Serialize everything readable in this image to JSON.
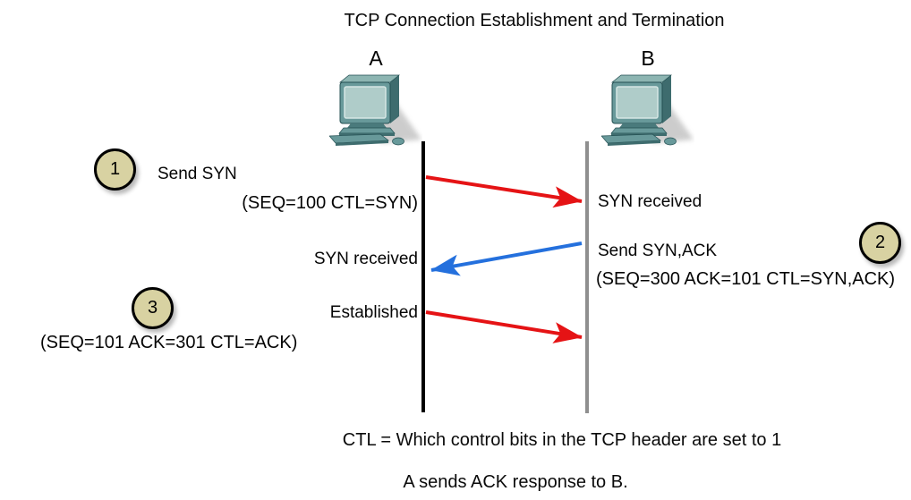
{
  "title": "TCP Connection Establishment and Termination",
  "hosts": {
    "a": "A",
    "b": "B"
  },
  "left": {
    "step1_number": "1",
    "send_syn": "Send SYN",
    "syn_params": "(SEQ=100 CTL=SYN)",
    "syn_received": "SYN received",
    "established": "Established",
    "step3_number": "3",
    "ack_params": "(SEQ=101 ACK=301 CTL=ACK)"
  },
  "right": {
    "syn_received": "SYN received",
    "send_syn_ack": "Send SYN,ACK",
    "syn_ack_params": "(SEQ=300 ACK=101 CTL=SYN,ACK)",
    "step2_number": "2"
  },
  "footnotes": {
    "ctl_definition": "CTL = Which control bits in the TCP header are set to 1",
    "ack_response": "A sends ACK response to B."
  },
  "colors": {
    "arrow_red": "#e51315",
    "arrow_blue": "#2470dd",
    "step_circle_fill": "#d8d2a2",
    "lifeline_a": "#000000",
    "lifeline_b": "#8f8f8f"
  }
}
